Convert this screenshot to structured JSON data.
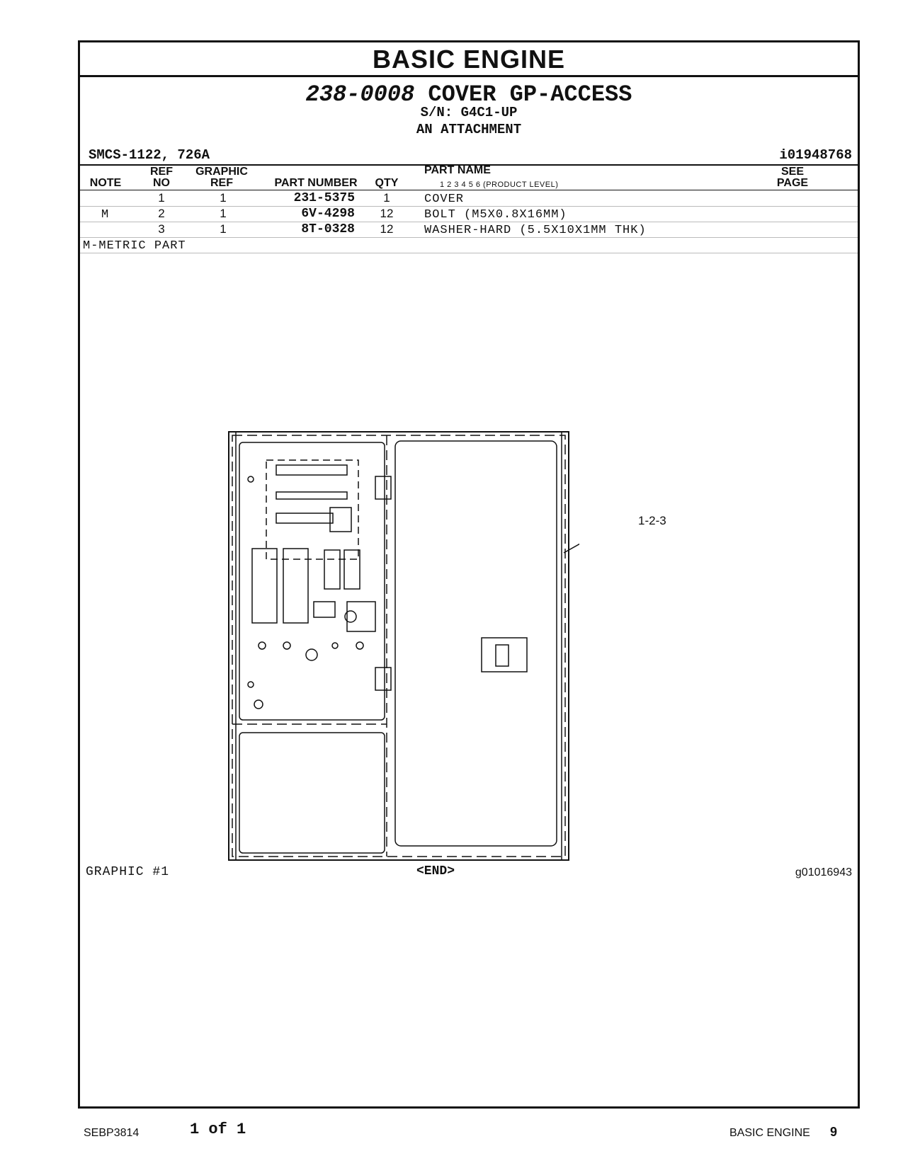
{
  "header": {
    "section_title": "BASIC ENGINE",
    "group_number": "238-0008",
    "group_name": "COVER GP-ACCESS",
    "serial": "S/N: G4C1-UP",
    "attachment": "AN ATTACHMENT",
    "smcs": "SMCS-1122, 726A",
    "illustration_id": "i01948768"
  },
  "columns": {
    "note": "NOTE",
    "ref_no_1": "REF",
    "ref_no_2": "NO",
    "graphic_ref_1": "GRAPHIC",
    "graphic_ref_2": "REF",
    "part_number": "PART NUMBER",
    "qty": "QTY",
    "part_name": "PART NAME",
    "product_level": "1   2   3   4   5   6   (PRODUCT LEVEL)",
    "see_page_1": "SEE",
    "see_page_2": "PAGE"
  },
  "parts": [
    {
      "note": "",
      "ref_no": "1",
      "graphic_ref": "1",
      "part_number": "231-5375",
      "qty": "1",
      "part_name": "COVER"
    },
    {
      "note": "M",
      "ref_no": "2",
      "graphic_ref": "1",
      "part_number": "6V-4298",
      "qty": "12",
      "part_name": "BOLT (M5X0.8X16MM)"
    },
    {
      "note": "",
      "ref_no": "3",
      "graphic_ref": "1",
      "part_number": "8T-0328",
      "qty": "12",
      "part_name": "WASHER-HARD (5.5X10X1MM THK)"
    }
  ],
  "footnote": "M-METRIC PART",
  "graphic": {
    "label": "GRAPHIC #1",
    "end": "<END>",
    "id": "g01016943",
    "callout": "1-2-3"
  },
  "footer": {
    "doc": "SEBP3814",
    "page_of": "1 of 1",
    "section": "BASIC ENGINE",
    "page_no": "9"
  }
}
